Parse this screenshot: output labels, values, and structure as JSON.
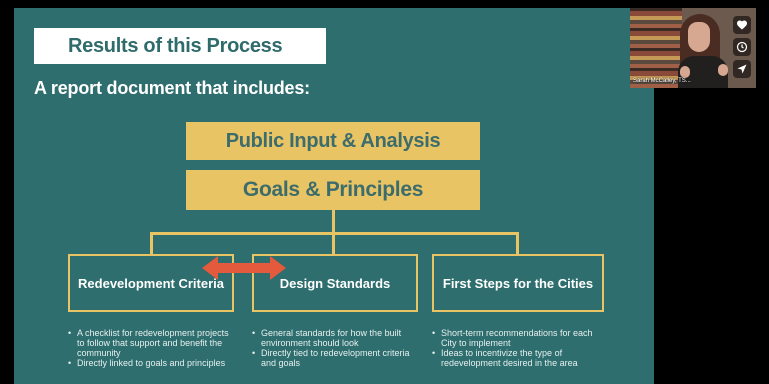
{
  "slide": {
    "title": "Results of this Process",
    "subtitle": "A report document that includes:",
    "box_public": "Public Input & Analysis",
    "box_goals": "Goals & Principles",
    "outcomes": [
      {
        "label": "Redevelopment Criteria",
        "bullets": [
          "A checklist for redevelopment projects to follow that support and benefit the community",
          "Directly linked to goals and principles"
        ]
      },
      {
        "label": "Design Standards",
        "bullets": [
          "General standards for how the built environment should look",
          "Directly tied to redevelopment criteria and goals"
        ]
      },
      {
        "label": "First Steps for the Cities",
        "bullets": [
          "Short-term recommendations for each City to implement",
          "Ideas to incentivize the type of redevelopment desired in the area"
        ]
      }
    ]
  },
  "video": {
    "participant_name": "Sarah McCalley, TS..."
  },
  "icons": {
    "side": [
      "heart-icon",
      "clock-icon",
      "send-icon"
    ]
  },
  "colors": {
    "slide_bg": "#2e6e6e",
    "gold": "#e8c464",
    "arrow": "#e45a3c",
    "title_text": "#2f6b6b"
  }
}
